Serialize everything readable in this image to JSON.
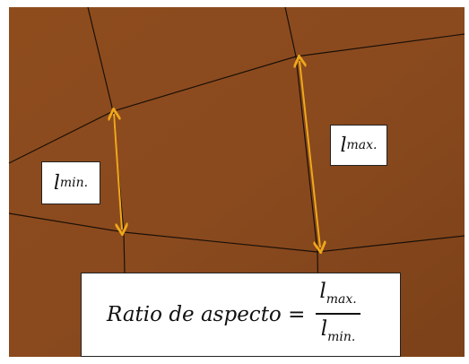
{
  "colors": {
    "surface": "#8a4a1e",
    "mesh_line": "#1a1008",
    "arrow": "#f0a81a"
  },
  "labels": {
    "lmin_var": "l",
    "lmin_sub": "min.",
    "lmax_var": "l",
    "lmax_sub": "max."
  },
  "formula": {
    "lhs": "Ratio de aspecto =",
    "num_var": "l",
    "num_sub": "max.",
    "den_var": "l",
    "den_sub": "min."
  }
}
